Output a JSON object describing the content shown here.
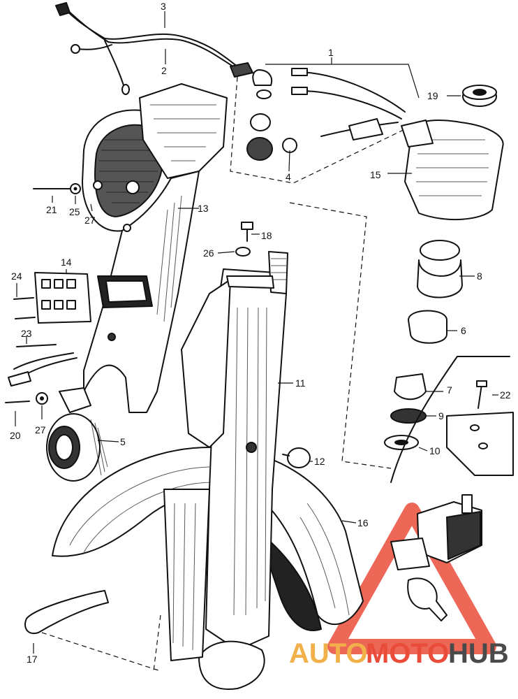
{
  "parts": {
    "p1": "1",
    "p2": "2",
    "p3": "3",
    "p4": "4",
    "p5": "5",
    "p6": "6",
    "p7": "7",
    "p8": "8",
    "p9": "9",
    "p10": "10",
    "p11": "11",
    "p12": "12",
    "p13": "13",
    "p14": "14",
    "p15": "15",
    "p16": "16",
    "p17": "17",
    "p18": "18",
    "p19": "19",
    "p20": "20",
    "p21": "21",
    "p22": "22",
    "p23": "23",
    "p24": "24",
    "p25": "25",
    "p26": "26",
    "p27a": "27",
    "p27b": "27"
  },
  "watermark": {
    "part1": "AUTO",
    "part2": "MOTO",
    "part3": "HUB",
    "color1": "#f2b04a",
    "color2": "#ea4c3a",
    "color3": "#4a4a4a"
  }
}
